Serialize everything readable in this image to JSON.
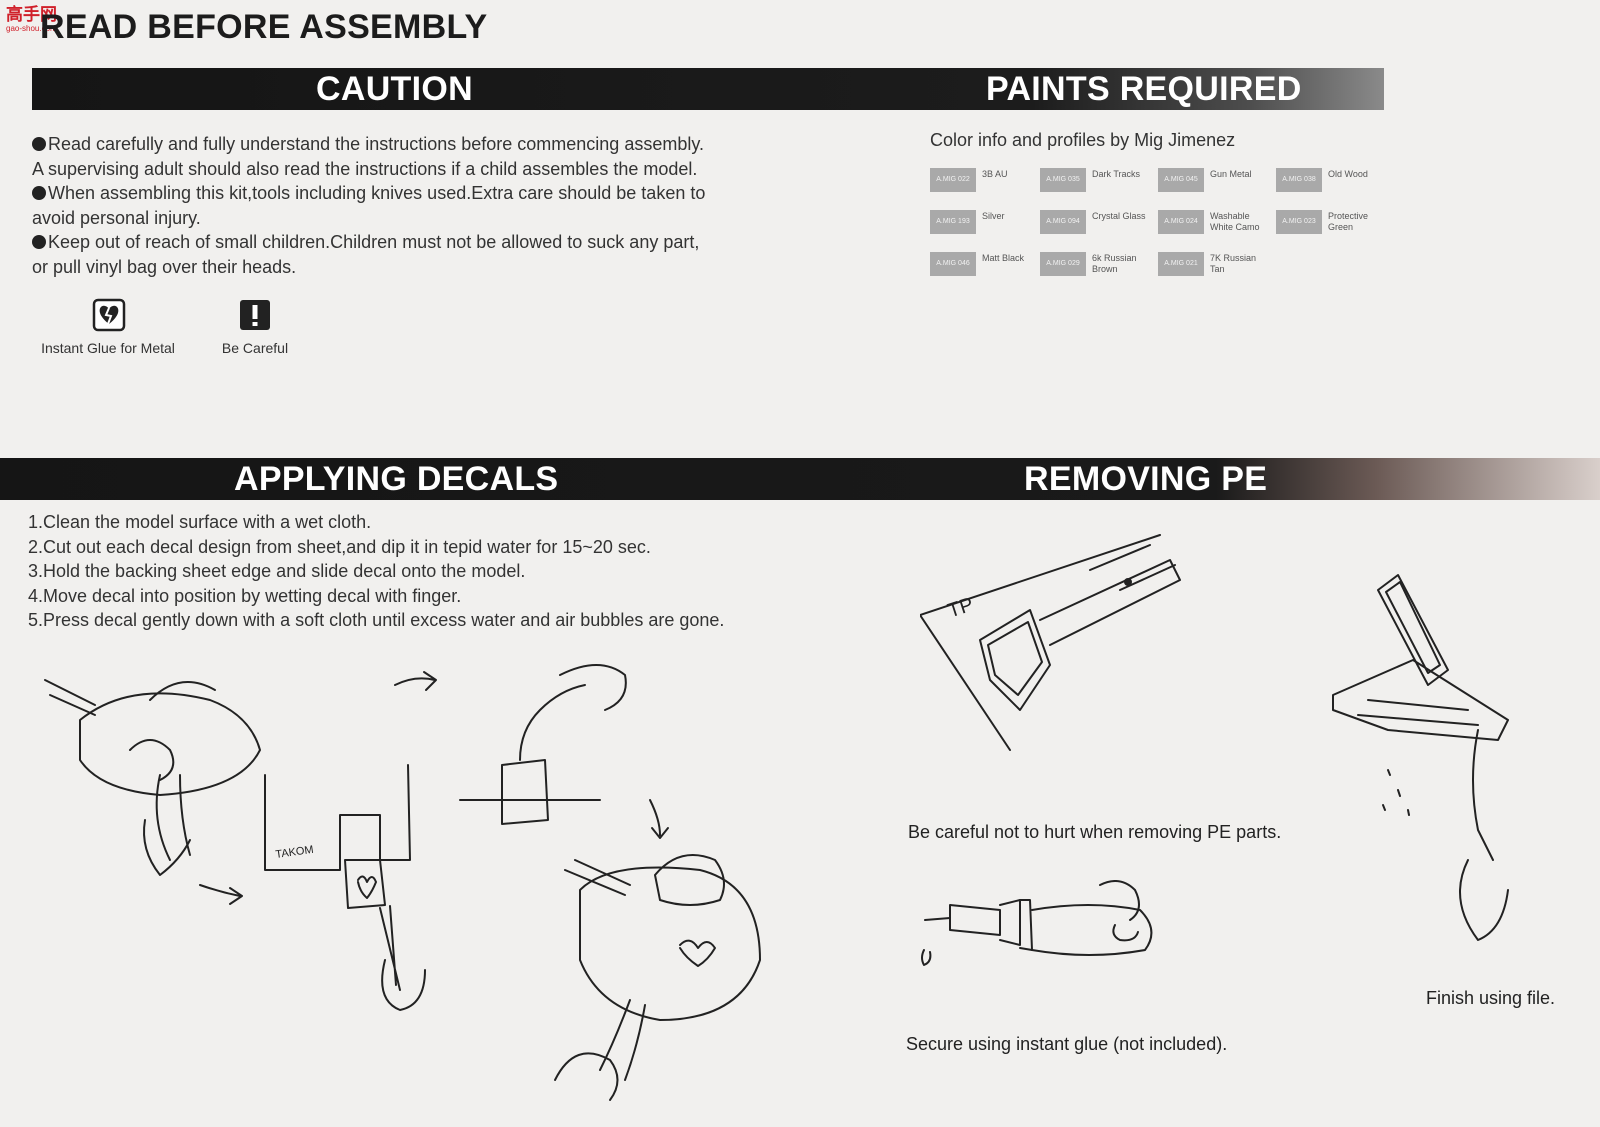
{
  "page": {
    "title": "READ BEFORE ASSEMBLY",
    "watermark": {
      "top": "高手网",
      "bottom": "gao-shou.com"
    }
  },
  "caution": {
    "heading": "CAUTION",
    "lines": [
      "Read carefully and fully understand the instructions before commencing assembly.",
      "A supervising adult should also read the instructions if a child assembles the model.",
      "When assembling this kit,tools including knives used.Extra care should be taken to",
      "avoid personal injury.",
      "Keep out of reach of small children.Children must not be allowed to suck any part,",
      "or pull vinyl bag over their heads."
    ],
    "icons": [
      {
        "icon": "instant-glue-icon",
        "label": "Instant Glue for Metal"
      },
      {
        "icon": "exclamation-icon",
        "label": "Be Careful"
      }
    ]
  },
  "paints": {
    "heading": "PAINTS REQUIRED",
    "subtitle": "Color info and profiles by Mig Jimenez",
    "chips": [
      {
        "code": "A.MIG 022",
        "name": "3B AU"
      },
      {
        "code": "A.MIG 035",
        "name": "Dark Tracks"
      },
      {
        "code": "A.MIG 045",
        "name": "Gun Metal"
      },
      {
        "code": "A.MIG 038",
        "name": "Old Wood"
      },
      {
        "code": "A.MIG 193",
        "name": "Silver"
      },
      {
        "code": "A.MIG 094",
        "name": "Crystal Glass"
      },
      {
        "code": "A.MIG 024",
        "name": "Washable White Camo"
      },
      {
        "code": "A.MIG 023",
        "name": "Protective Green"
      },
      {
        "code": "A.MIG 046",
        "name": "Matt Black"
      },
      {
        "code": "A.MIG 029",
        "name": "6k Russian Brown"
      },
      {
        "code": "A.MIG 021",
        "name": "7K Russian Tan"
      }
    ]
  },
  "decals": {
    "heading": "APPLYING DECALS",
    "steps": [
      "1.Clean the model surface with a wet cloth.",
      "2.Cut out each decal design from sheet,and dip it in tepid water for 15~20 sec.",
      "3.Hold the backing sheet edge and slide decal onto the model.",
      "4.Move decal into position by wetting decal with finger.",
      "5.Press decal gently down with a soft cloth until excess water and air bubbles are gone."
    ],
    "sheet_label": "TAKOM"
  },
  "pe": {
    "heading": "REMOVING PE",
    "fret_label": "TP",
    "captions": {
      "careful": "Be careful not to hurt when removing PE parts.",
      "glue": "Secure using instant glue (not included).",
      "file": "Finish using file."
    }
  },
  "colors": {
    "bar": "#1a1a1a",
    "chip": "#a9a9a9",
    "paper": "#f1f0ee",
    "watermark": "#d0202a"
  }
}
